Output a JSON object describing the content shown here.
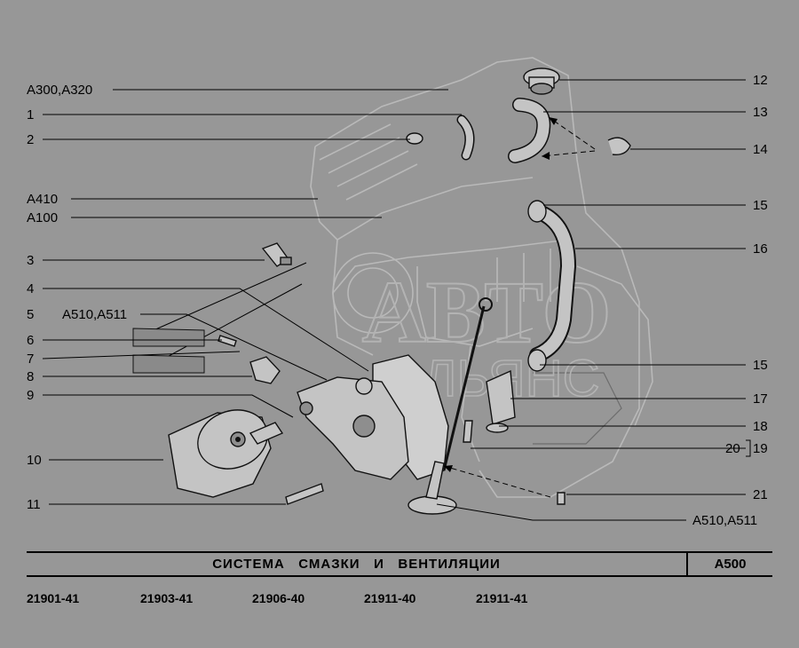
{
  "diagram": {
    "labels_left": [
      "A300,A320",
      "1",
      "2",
      "A410",
      "A100",
      "3",
      "4",
      "5",
      "A510,A511",
      "6",
      "7",
      "8",
      "9",
      "10",
      "11"
    ],
    "labels_right": [
      "12",
      "13",
      "14",
      "15",
      "16",
      "15",
      "17",
      "18",
      "20",
      "19",
      "21",
      "A510,A511"
    ],
    "watermark": [
      "АВТО",
      "АЛЬЯНС"
    ]
  },
  "title_block": {
    "title": "СИСТЕМА   СМАЗКИ   И   ВЕНТИЛЯЦИИ",
    "code": "A500"
  },
  "models": [
    "21901-41",
    "21903-41",
    "21906-40",
    "21911-40",
    "21911-41"
  ]
}
